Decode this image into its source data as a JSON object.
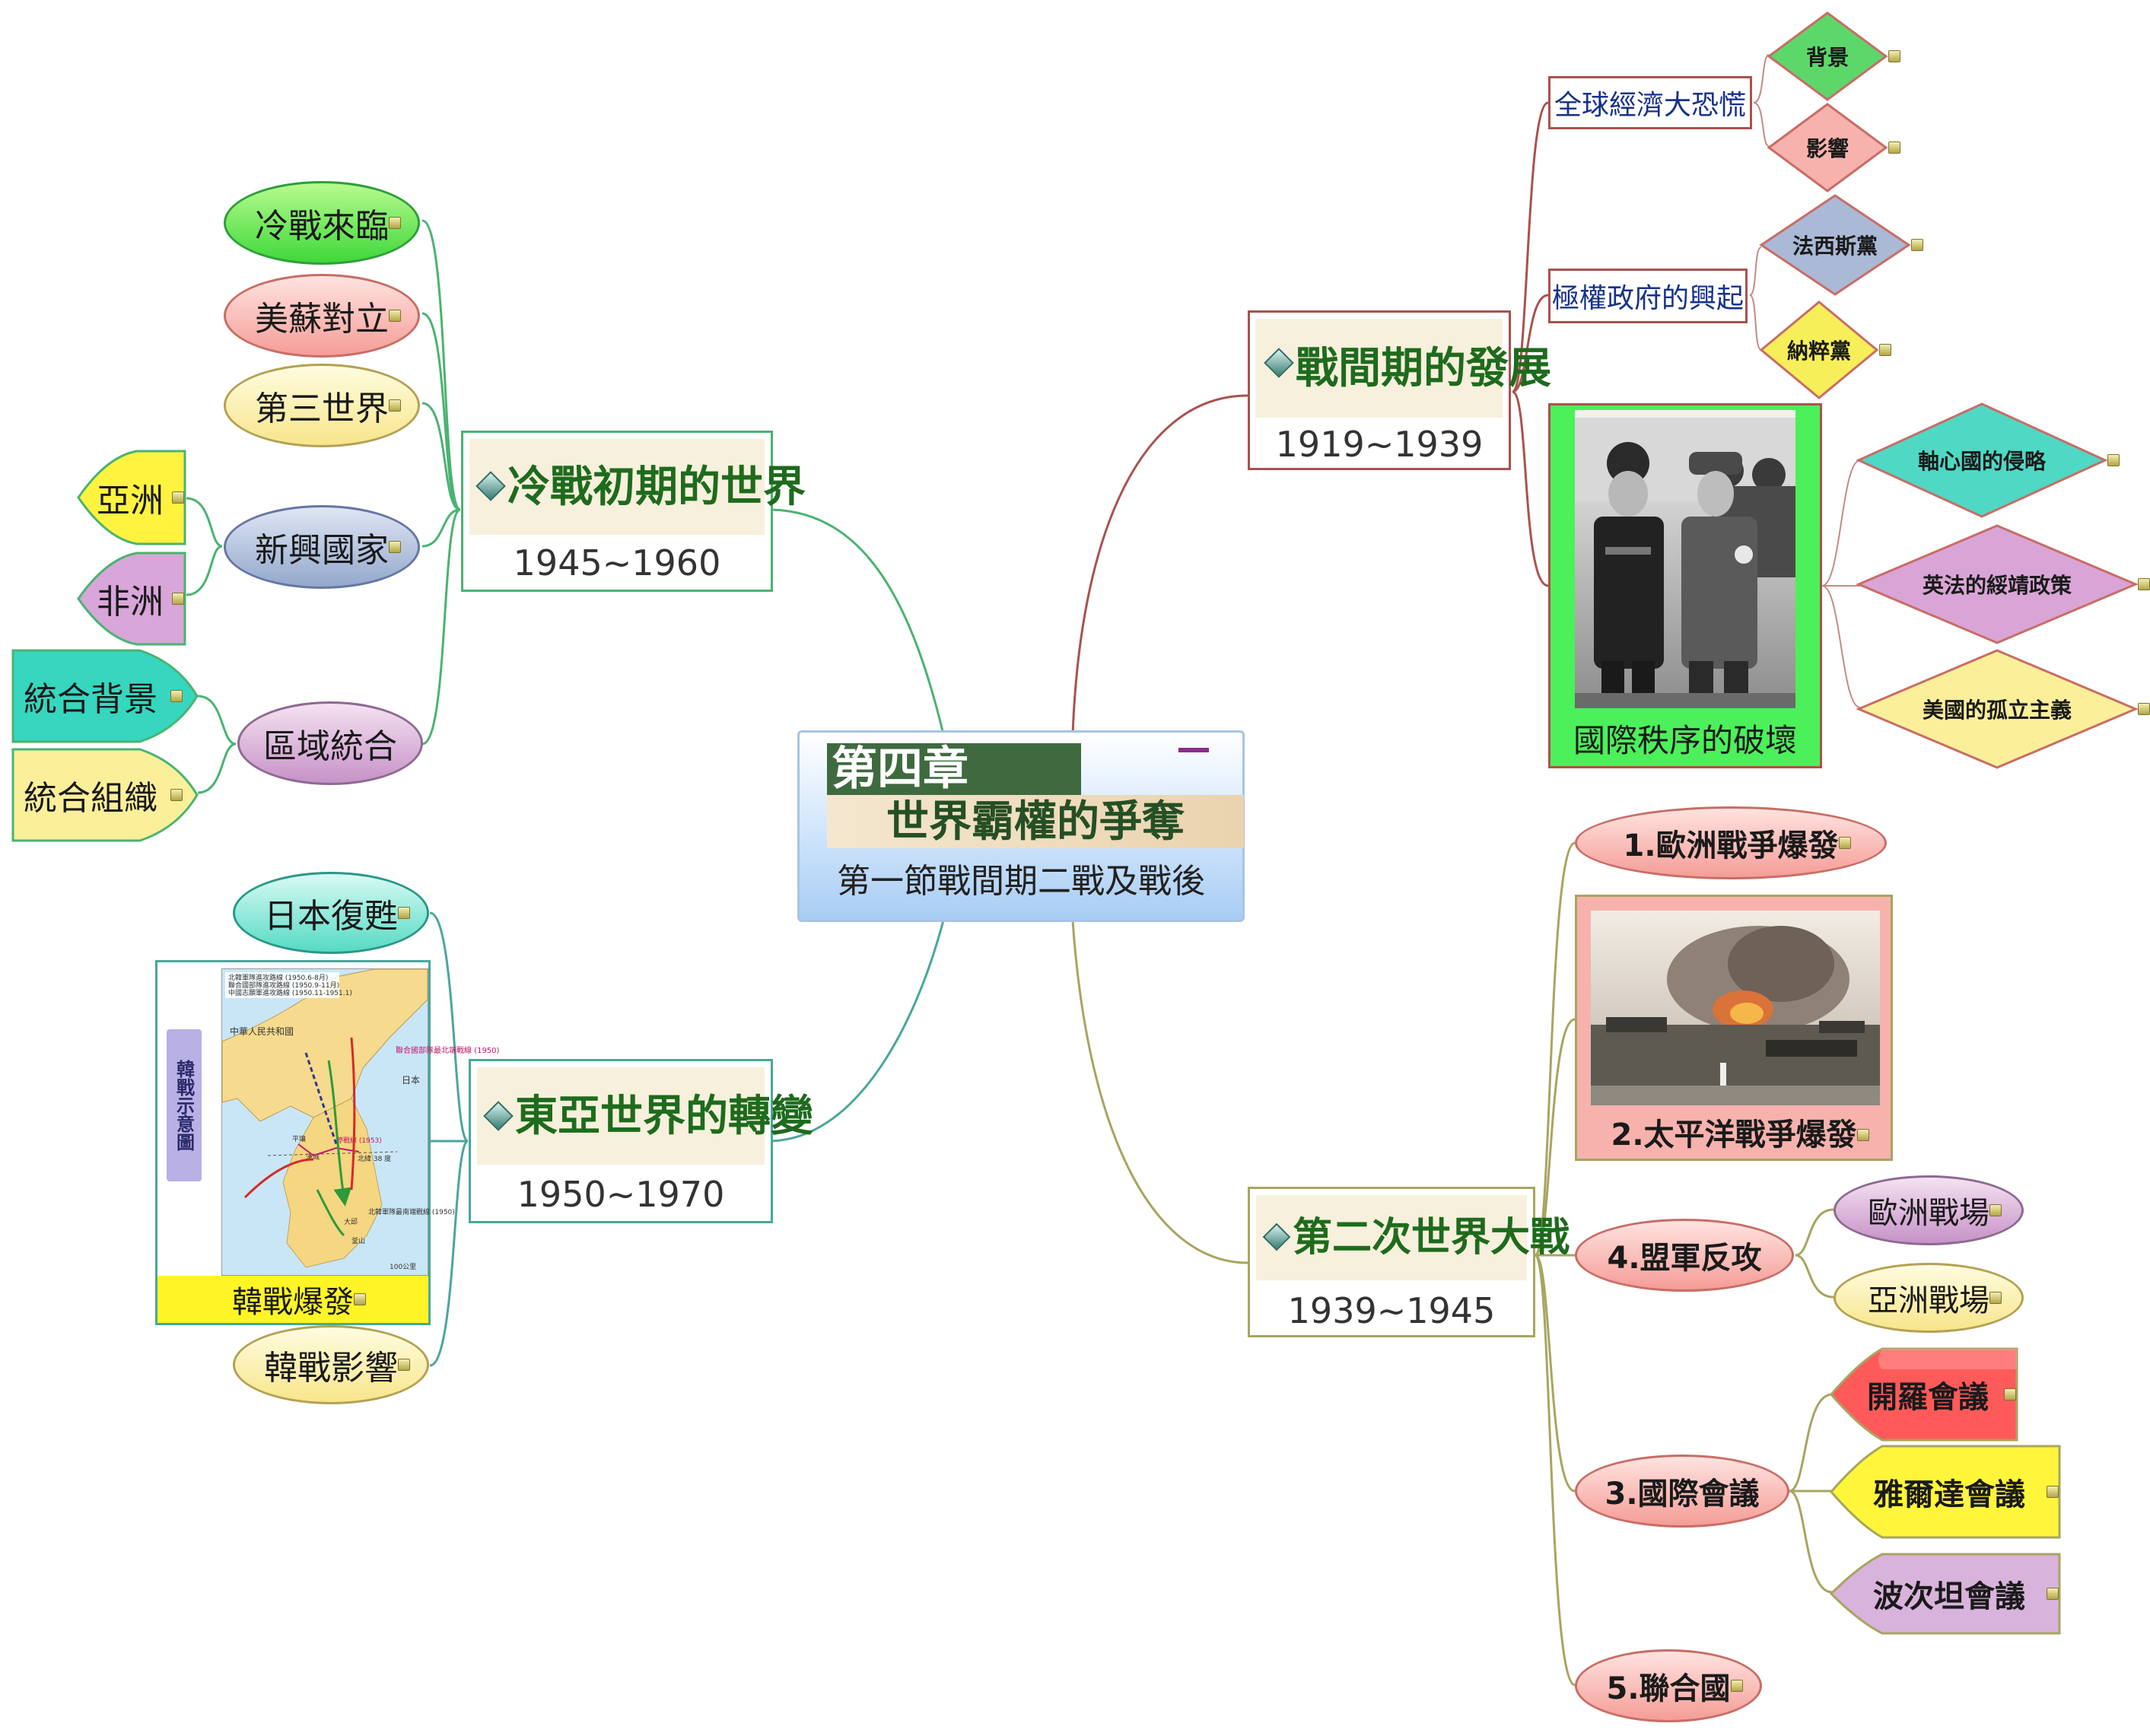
{
  "center": {
    "chapter": "第四章",
    "title": "世界霸權的爭奪",
    "subtitle": "第一節戰間期二戰及戰後"
  },
  "branches": {
    "interwar": {
      "title": "戰間期的發展",
      "years": "1919~1939",
      "depression": {
        "label": "全球經濟大恐慌",
        "background": "背景",
        "impact": "影響"
      },
      "totalitarian": {
        "label": "極權政府的興起",
        "fascist": "法西斯黨",
        "nazi": "納粹黨"
      },
      "order": {
        "label": "國際秩序的破壞",
        "axis": "軸心國的侵略",
        "appeasement": "英法的綏靖政策",
        "isolation": "美國的孤立主義"
      }
    },
    "ww2": {
      "title": "第二次世界大戰",
      "years": "1939~1945",
      "europe_war": "1.歐洲戰爭爆發",
      "pacific_war": "2.太平洋戰爭爆發",
      "counter": {
        "label": "4.盟軍反攻",
        "europe": "歐洲戰場",
        "asia": "亞洲戰場"
      },
      "conferences": {
        "label": "3.國際會議",
        "cairo": "開羅會議",
        "yalta": "雅爾達會議",
        "potsdam": "波次坦會議"
      },
      "un": "5.聯合國"
    },
    "coldwar": {
      "title": "冷戰初期的世界",
      "years": "1945~1960",
      "coming": "冷戰來臨",
      "us_ussr": "美蘇對立",
      "third_world": "第三世界",
      "new_nations": {
        "label": "新興國家",
        "asia": "亞洲",
        "africa": "非洲"
      },
      "regional": {
        "label": "區域統合",
        "background": "統合背景",
        "orgs": "統合組織"
      }
    },
    "eastasia": {
      "title": "東亞世界的轉變",
      "years": "1950~1970",
      "japan": "日本復甦",
      "korean_war": "韓戰爆發",
      "korean_map_title": "韓戰示意圖",
      "korean_impact": "韓戰影響",
      "map": {
        "legend": [
          "北韓軍隊進攻路線 (1950.6-8月)",
          "聯合國部隊進攻路線 (1950.9-11月)",
          "中國志願軍進攻路線 (1950.11-1951.1)"
        ],
        "prc": "中華人民共和國",
        "un_line": "聯合國部隊最北端戰線 (1950)",
        "armistice": "停戰線 (1953)",
        "parallel": "北緯 38 度",
        "nk_line": "北韓軍隊最南端戰線 (1950)",
        "japan_ch": "日本",
        "cities": [
          "平壤",
          "漢城",
          "大邱",
          "釜山"
        ],
        "scale": "100公里"
      }
    }
  },
  "colors": {
    "interwar_line": "#a9524e",
    "ww2_line": "#a8a560",
    "coldwar_line": "#4ab371",
    "eastasia_line": "#4aa79c",
    "title_green": "#1e6b1d"
  }
}
